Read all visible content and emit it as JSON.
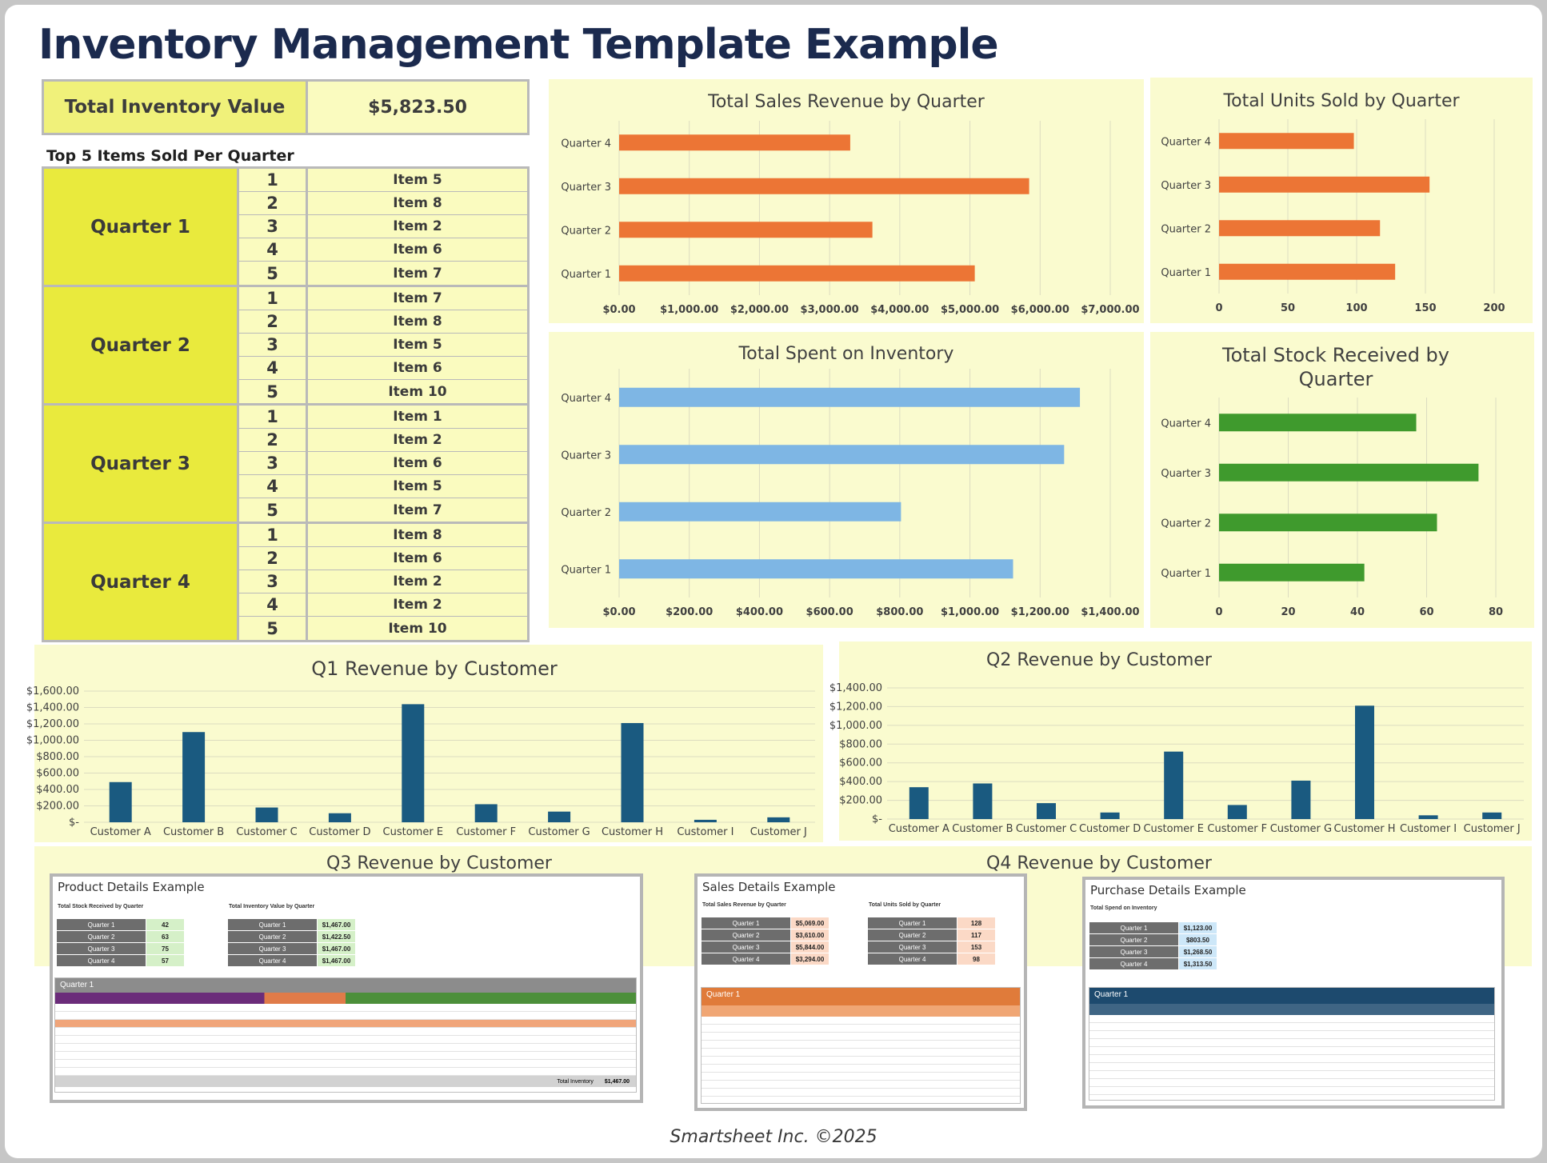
{
  "title": "Inventory Management Template Example",
  "summary": {
    "label": "Total Inventory Value",
    "value": "$5,823.50"
  },
  "top5": {
    "title": "Top 5 Items Sold Per Quarter",
    "quarters": [
      {
        "name": "Quarter 1",
        "items": [
          {
            "rank": "1",
            "item": "Item 5"
          },
          {
            "rank": "2",
            "item": "Item 8"
          },
          {
            "rank": "3",
            "item": "Item 2"
          },
          {
            "rank": "4",
            "item": "Item 6"
          },
          {
            "rank": "5",
            "item": "Item 7"
          }
        ]
      },
      {
        "name": "Quarter 2",
        "items": [
          {
            "rank": "1",
            "item": "Item 7"
          },
          {
            "rank": "2",
            "item": "Item 8"
          },
          {
            "rank": "3",
            "item": "Item 5"
          },
          {
            "rank": "4",
            "item": "Item 6"
          },
          {
            "rank": "5",
            "item": "Item 10"
          }
        ]
      },
      {
        "name": "Quarter 3",
        "items": [
          {
            "rank": "1",
            "item": "Item 1"
          },
          {
            "rank": "2",
            "item": "Item 2"
          },
          {
            "rank": "3",
            "item": "Item 6"
          },
          {
            "rank": "4",
            "item": "Item 5"
          },
          {
            "rank": "5",
            "item": "Item 7"
          }
        ]
      },
      {
        "name": "Quarter 4",
        "items": [
          {
            "rank": "1",
            "item": "Item 8"
          },
          {
            "rank": "2",
            "item": "Item 6"
          },
          {
            "rank": "3",
            "item": "Item 2"
          },
          {
            "rank": "4",
            "item": "Item 2"
          },
          {
            "rank": "5",
            "item": "Item 10"
          }
        ]
      }
    ]
  },
  "chart_data": [
    {
      "id": "sales",
      "type": "bar",
      "orientation": "horizontal",
      "title": "Total Sales Revenue by Quarter",
      "categories": [
        "Quarter 1",
        "Quarter 2",
        "Quarter 3",
        "Quarter 4"
      ],
      "values": [
        5069,
        3610,
        5844,
        3294
      ],
      "xlim": [
        0,
        7000
      ],
      "ticks": [
        "$0.00",
        "$1,000.00",
        "$2,000.00",
        "$3,000.00",
        "$4,000.00",
        "$5,000.00",
        "$6,000.00",
        "$7,000.00"
      ],
      "color": "#ec7535",
      "grid": true
    },
    {
      "id": "units",
      "type": "bar",
      "orientation": "horizontal",
      "title": "Total Units Sold by Quarter",
      "categories": [
        "Quarter 1",
        "Quarter 2",
        "Quarter 3",
        "Quarter 4"
      ],
      "values": [
        128,
        117,
        153,
        98
      ],
      "xlim": [
        0,
        200
      ],
      "ticks": [
        "0",
        "50",
        "100",
        "150",
        "200"
      ],
      "color": "#ec7535",
      "grid": true
    },
    {
      "id": "spent",
      "type": "bar",
      "orientation": "horizontal",
      "title": "Total Spent on Inventory",
      "categories": [
        "Quarter 1",
        "Quarter 2",
        "Quarter 3",
        "Quarter 4"
      ],
      "values": [
        1123,
        803.5,
        1268.5,
        1313.5
      ],
      "xlim": [
        0,
        1400
      ],
      "ticks": [
        "$0.00",
        "$200.00",
        "$400.00",
        "$600.00",
        "$800.00",
        "$1,000.00",
        "$1,200.00",
        "$1,400.00"
      ],
      "color": "#7eb6e4",
      "grid": true
    },
    {
      "id": "stock",
      "type": "bar",
      "orientation": "horizontal",
      "title": "Total Stock Received by Quarter",
      "title_lines": [
        "Total Stock Received by",
        "Quarter"
      ],
      "categories": [
        "Quarter 1",
        "Quarter 2",
        "Quarter 3",
        "Quarter 4"
      ],
      "values": [
        42,
        63,
        75,
        57
      ],
      "xlim": [
        0,
        80
      ],
      "ticks": [
        "0",
        "20",
        "40",
        "60",
        "80"
      ],
      "color": "#3f9a2d",
      "grid": true
    },
    {
      "id": "q1",
      "type": "bar",
      "orientation": "vertical",
      "title": "Q1 Revenue by Customer",
      "categories": [
        "Customer A",
        "Customer B",
        "Customer C",
        "Customer D",
        "Customer E",
        "Customer F",
        "Customer G",
        "Customer H",
        "Customer I",
        "Customer J"
      ],
      "values": [
        490,
        1100,
        180,
        110,
        1440,
        220,
        130,
        1210,
        30,
        60
      ],
      "ylim": [
        0,
        1600
      ],
      "ticks": [
        "$-",
        "$200.00",
        "$400.00",
        "$600.00",
        "$800.00",
        "$1,000.00",
        "$1,200.00",
        "$1,400.00",
        "$1,600.00"
      ],
      "color": "#1a5a80",
      "grid": true
    },
    {
      "id": "q2",
      "type": "bar",
      "orientation": "vertical",
      "title": "Q2 Revenue by Customer",
      "categories": [
        "Customer A",
        "Customer B",
        "Customer C",
        "Customer D",
        "Customer E",
        "Customer F",
        "Customer G",
        "Customer H",
        "Customer I",
        "Customer J"
      ],
      "values": [
        340,
        380,
        170,
        70,
        720,
        150,
        410,
        1210,
        40,
        70
      ],
      "ylim": [
        0,
        1400
      ],
      "ticks": [
        "$-",
        "$200.00",
        "$400.00",
        "$600.00",
        "$800.00",
        "$1,000.00",
        "$1,200.00",
        "$1,400.00"
      ],
      "color": "#1a5a80",
      "grid": true
    },
    {
      "id": "q3",
      "type": "bar",
      "orientation": "vertical",
      "title": "Q3 Revenue by Customer"
    },
    {
      "id": "q4",
      "type": "bar",
      "orientation": "vertical",
      "title": "Q4 Revenue by Customer"
    }
  ],
  "thumbnails": {
    "product": {
      "title": "Product Details Example",
      "stock_title": "Total Stock Received by Quarter",
      "stock_rows": [
        {
          "k": "Quarter 1",
          "v": "42"
        },
        {
          "k": "Quarter 2",
          "v": "63"
        },
        {
          "k": "Quarter 3",
          "v": "75"
        },
        {
          "k": "Quarter 4",
          "v": "57"
        }
      ],
      "value_title": "Total Inventory Value by Quarter",
      "value_rows": [
        {
          "k": "Quarter 1",
          "v": "$1,467.00"
        },
        {
          "k": "Quarter 2",
          "v": "$1,422.50"
        },
        {
          "k": "Quarter 3",
          "v": "$1,467.00"
        },
        {
          "k": "Quarter 4",
          "v": "$1,467.00"
        }
      ],
      "table_title": "Quarter 1",
      "total_label": "Total Inventory",
      "total_value": "$1,467.00"
    },
    "sales": {
      "title": "Sales Details Example",
      "rev_title": "Total Sales Revenue by Quarter",
      "rev_rows": [
        {
          "k": "Quarter 1",
          "v": "$5,069.00"
        },
        {
          "k": "Quarter 2",
          "v": "$3,610.00"
        },
        {
          "k": "Quarter 3",
          "v": "$5,844.00"
        },
        {
          "k": "Quarter 4",
          "v": "$3,294.00"
        }
      ],
      "units_title": "Total Units Sold by Quarter",
      "units_rows": [
        {
          "k": "Quarter 1",
          "v": "128"
        },
        {
          "k": "Quarter 2",
          "v": "117"
        },
        {
          "k": "Quarter 3",
          "v": "153"
        },
        {
          "k": "Quarter 4",
          "v": "98"
        }
      ],
      "table_title": "Quarter 1"
    },
    "purchase": {
      "title": "Purchase Details Example",
      "spend_title": "Total Spend on Inventory",
      "spend_rows": [
        {
          "k": "Quarter 1",
          "v": "$1,123.00"
        },
        {
          "k": "Quarter 2",
          "v": "$803.50"
        },
        {
          "k": "Quarter 3",
          "v": "$1,268.50"
        },
        {
          "k": "Quarter 4",
          "v": "$1,313.50"
        }
      ],
      "table_title": "Quarter 1"
    }
  },
  "footer": "Smartsheet Inc. ©2025"
}
